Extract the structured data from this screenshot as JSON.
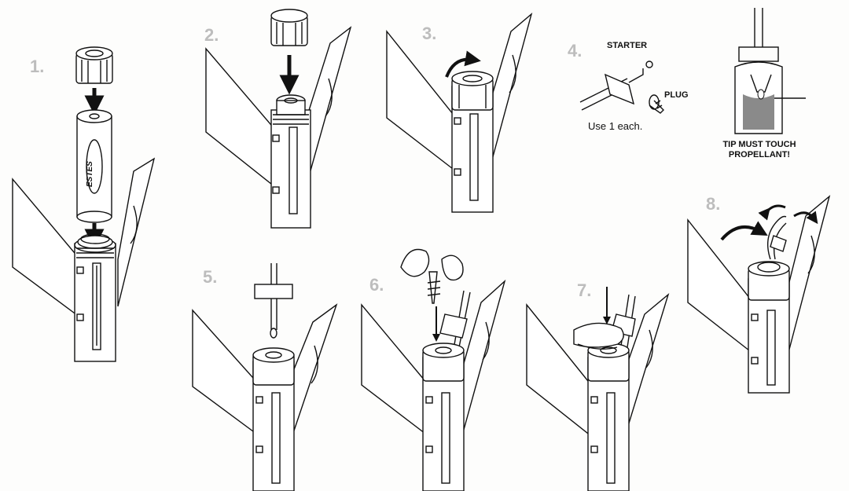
{
  "steps": [
    {
      "number": "1."
    },
    {
      "number": "2."
    },
    {
      "number": "3."
    },
    {
      "number": "4."
    },
    {
      "number": "5."
    },
    {
      "number": "6."
    },
    {
      "number": "7."
    },
    {
      "number": "8."
    }
  ],
  "labels": {
    "starter": "STARTER",
    "plug": "PLUG",
    "use_each": "Use 1 each.",
    "tip_line1": "TIP MUST TOUCH",
    "tip_line2": "PROPELLANT!"
  },
  "brand": "ESTES",
  "colors": {
    "line": "#111111",
    "step_number": "#bdbdbd",
    "propellant": "#8a8a8a"
  }
}
